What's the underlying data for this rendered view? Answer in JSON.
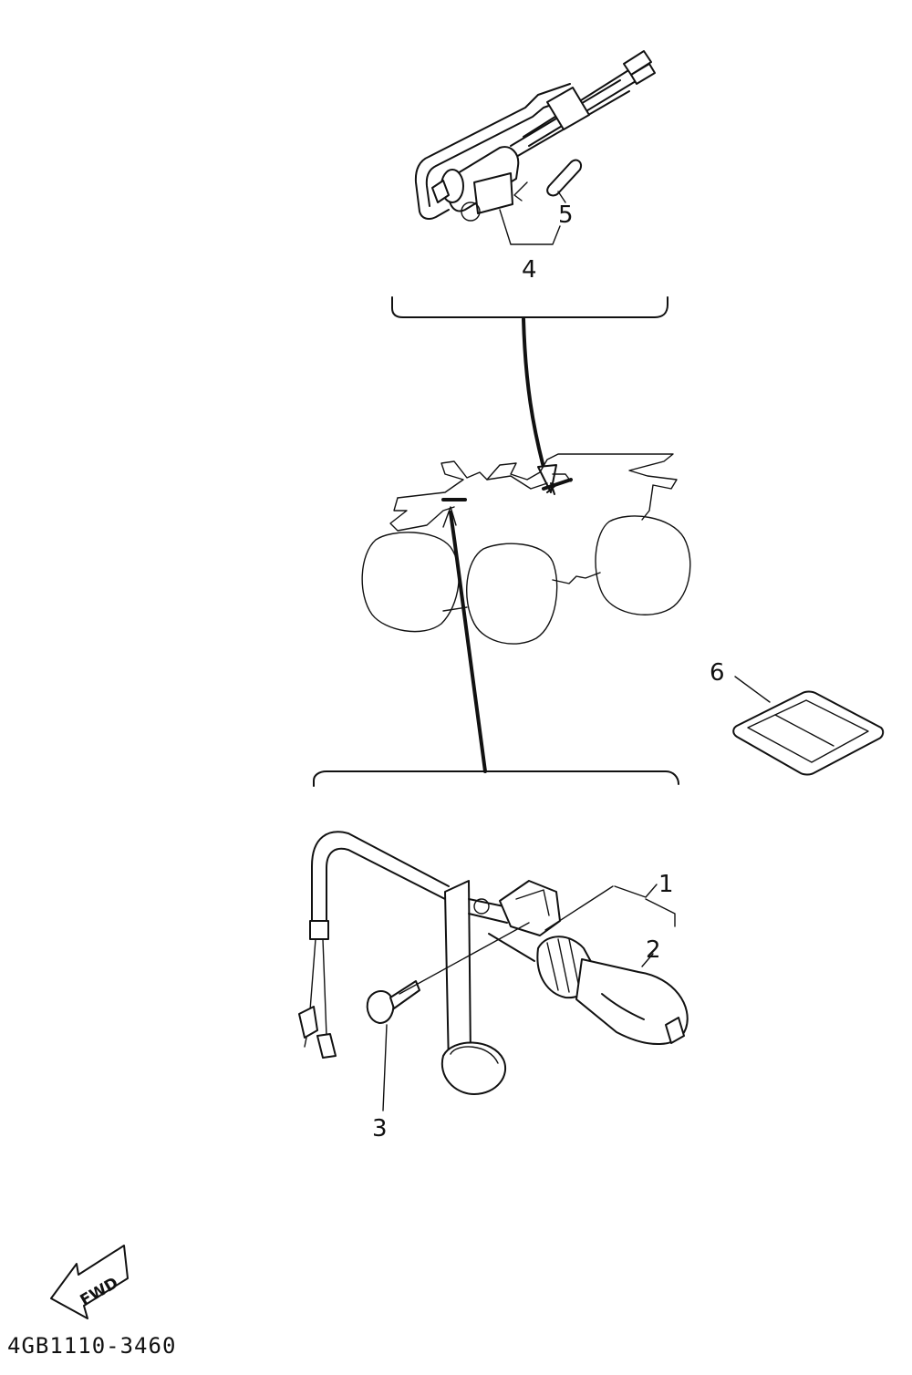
{
  "diagram": {
    "callouts": [
      {
        "id": "1",
        "text": "1"
      },
      {
        "id": "2",
        "text": "2"
      },
      {
        "id": "3",
        "text": "3"
      },
      {
        "id": "4",
        "text": "4"
      },
      {
        "id": "5",
        "text": "5"
      },
      {
        "id": "6",
        "text": "6"
      }
    ],
    "direction_badge": "FWD",
    "drawing_code": "4GB1110-3460"
  }
}
